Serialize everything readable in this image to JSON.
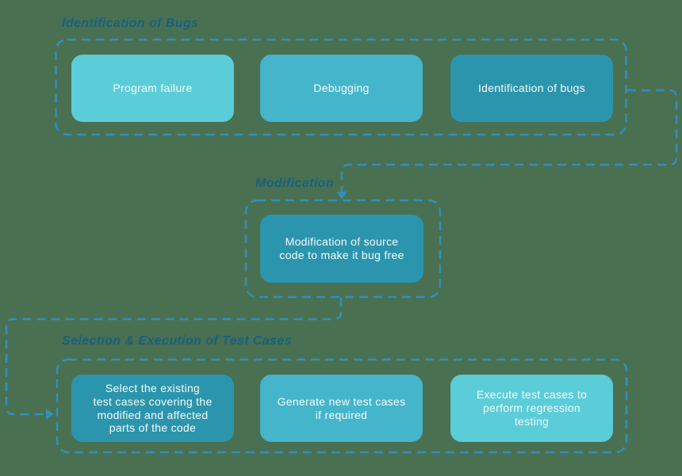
{
  "canvas": {
    "background_color": "#4a7052",
    "dash_color": "#3090bc",
    "title_color": "#18607f",
    "node_text_color": "#f4fbfc"
  },
  "groups": [
    {
      "id": "identification-of-bugs",
      "title": "Identification of Bugs",
      "boxes": [
        {
          "label": "Program failure",
          "color": "#5bcdd9"
        },
        {
          "label": "Debugging",
          "color": "#45b5cc"
        },
        {
          "label": "Identification of bugs",
          "color": "#2b95ad"
        }
      ]
    },
    {
      "id": "modification",
      "title": "Modification",
      "boxes": [
        {
          "label": "Modification of source\ncode to make it bug free",
          "color": "#2b95ad"
        }
      ]
    },
    {
      "id": "selection-execution-of-test-cases",
      "title": "Selection & Execution of Test Cases",
      "boxes": [
        {
          "label": "Select the existing\ntest cases covering the\nmodified and affected\nparts of the code",
          "color": "#2b95ad"
        },
        {
          "label": "Generate new test cases\nif required",
          "color": "#45b5cc"
        },
        {
          "label": "Execute test cases to\nperform regression\ntesting",
          "color": "#5bcdd9"
        }
      ]
    }
  ],
  "connectors": [
    {
      "from": "identification-of-bugs",
      "to": "modification"
    },
    {
      "from": "modification",
      "to": "selection-execution-of-test-cases"
    }
  ]
}
